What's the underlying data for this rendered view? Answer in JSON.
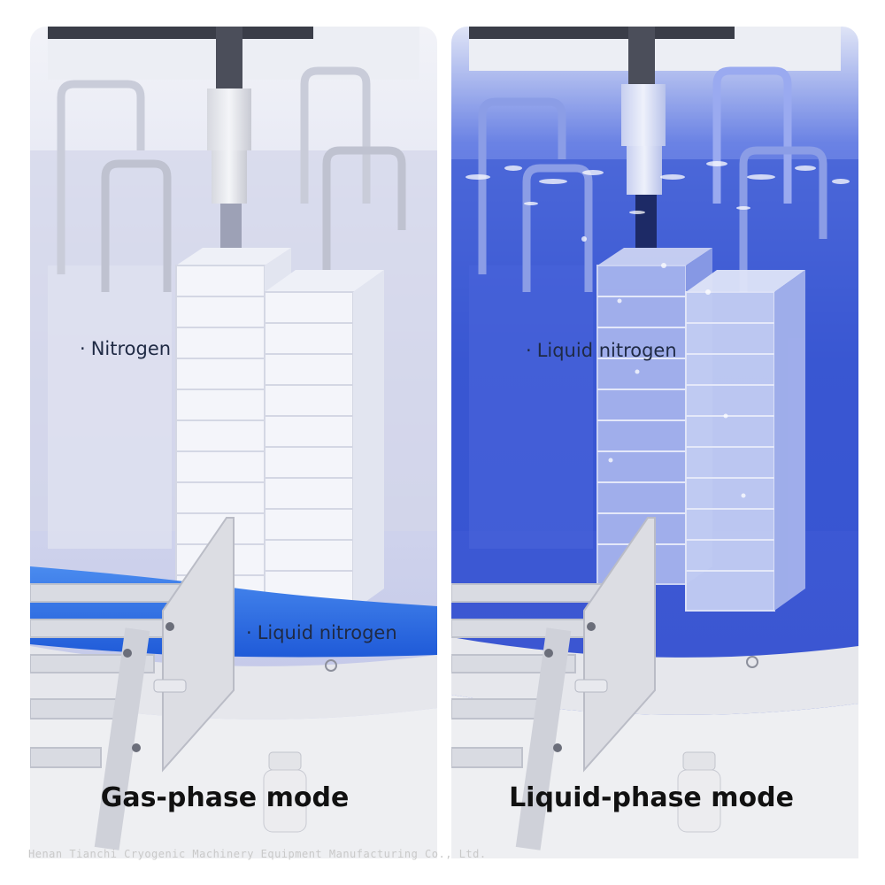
{
  "colors": {
    "gas_bg": "#e8eaf4",
    "gas_fog": "#c9cdeb",
    "liquid_bg": "#3f5bd6",
    "liquid_pool": "#2f6be0",
    "rack": "#f4f5fa",
    "frame": "#cfd2de",
    "text": "#1f2a44"
  },
  "panels": [
    {
      "mode_title": "Gas-phase mode",
      "labels": [
        {
          "text": "Nitrogen"
        },
        {
          "text": "Liquid nitrogen"
        }
      ]
    },
    {
      "mode_title": "Liquid-phase mode",
      "labels": [
        {
          "text": "Liquid nitrogen"
        }
      ]
    }
  ],
  "watermark": "Henan Tianchi Cryogenic Machinery Equipment Manufacturing Co., Ltd."
}
